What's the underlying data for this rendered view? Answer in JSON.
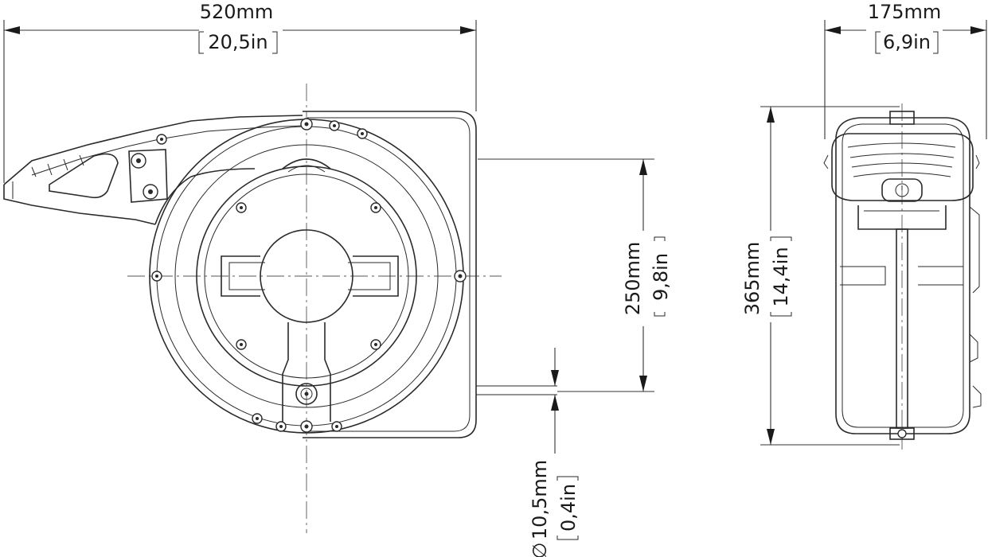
{
  "dimensions": {
    "overall_width": {
      "metric": "520mm",
      "imperial": "20,5in"
    },
    "depth": {
      "metric": "175mm",
      "imperial": "6,9in"
    },
    "drum_height": {
      "metric": "250mm",
      "imperial": "9,8in"
    },
    "overall_height": {
      "metric": "365mm",
      "imperial": "14,4in"
    },
    "hose_diameter": {
      "symbol": "∅",
      "metric": "10,5mm",
      "imperial": "0,4in"
    }
  },
  "views": [
    "front-view",
    "side-view"
  ],
  "colors": {
    "line": "#2a2a2a",
    "background": "#ffffff"
  }
}
